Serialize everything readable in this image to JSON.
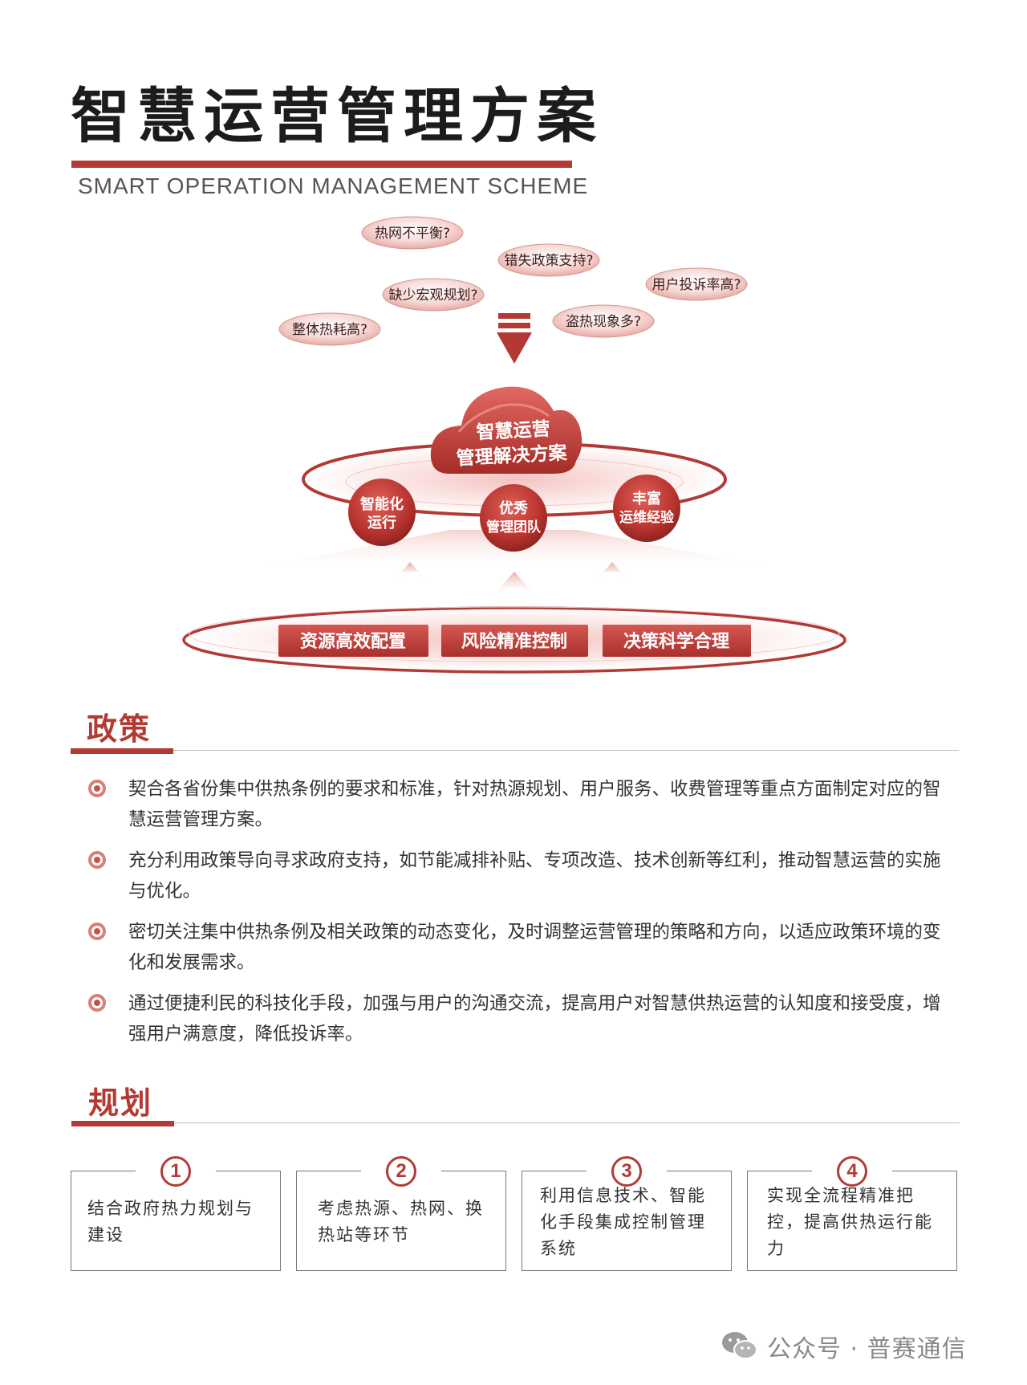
{
  "title": "智慧运营管理方案",
  "subtitle": "SMART OPERATION MANAGEMENT SCHEME",
  "diagram": {
    "questions": [
      "热网不平衡?",
      "错失政策支持?",
      "用户投诉率高?",
      "缺少宏观规划?",
      "盗热现象多?",
      "整体热耗高?"
    ],
    "cloud_line1": "智慧运营",
    "cloud_line2": "管理解决方案",
    "circle1_line1": "智能化",
    "circle1_line2": "运行",
    "circle2_line1": "优秀",
    "circle2_line2": "管理团队",
    "circle3_line1": "丰富",
    "circle3_line2": "运维经验",
    "bases": [
      "资源高效配置",
      "风险精准控制",
      "决策科学合理"
    ],
    "colors": {
      "accent": "#b33a34",
      "bubble": "#f6d6d3",
      "base": "#c44a44"
    }
  },
  "policy": {
    "heading": "政策",
    "items": [
      "契合各省份集中供热条例的要求和标准，针对热源规划、用户服务、收费管理等重点方面制定对应的智慧运营管理方案。",
      "充分利用政策导向寻求政府支持，如节能减排补贴、专项改造、技术创新等红利，推动智慧运营的实施与优化。",
      "密切关注集中供热条例及相关政策的动态变化，及时调整运营管理的策略和方向，以适应政策环境的变化和发展需求。",
      "通过便捷利民的科技化手段，加强与用户的沟通交流，提高用户对智慧供热运营的认知度和接受度，增强用户满意度，降低投诉率。"
    ]
  },
  "planning": {
    "heading": "规划",
    "steps": [
      {
        "num": "1",
        "text": "结合政府热力规划与建设"
      },
      {
        "num": "2",
        "text": "考虑热源、热网、换热站等环节"
      },
      {
        "num": "3",
        "text": "利用信息技术、智能化手段集成控制管理系统"
      },
      {
        "num": "4",
        "text": "实现全流程精准把控，提高供热运行能力"
      }
    ]
  },
  "watermark": "公众号 · 普赛通信",
  "icons": {
    "bullet": "ring-dot-icon",
    "watermark": "wechat-icon"
  }
}
